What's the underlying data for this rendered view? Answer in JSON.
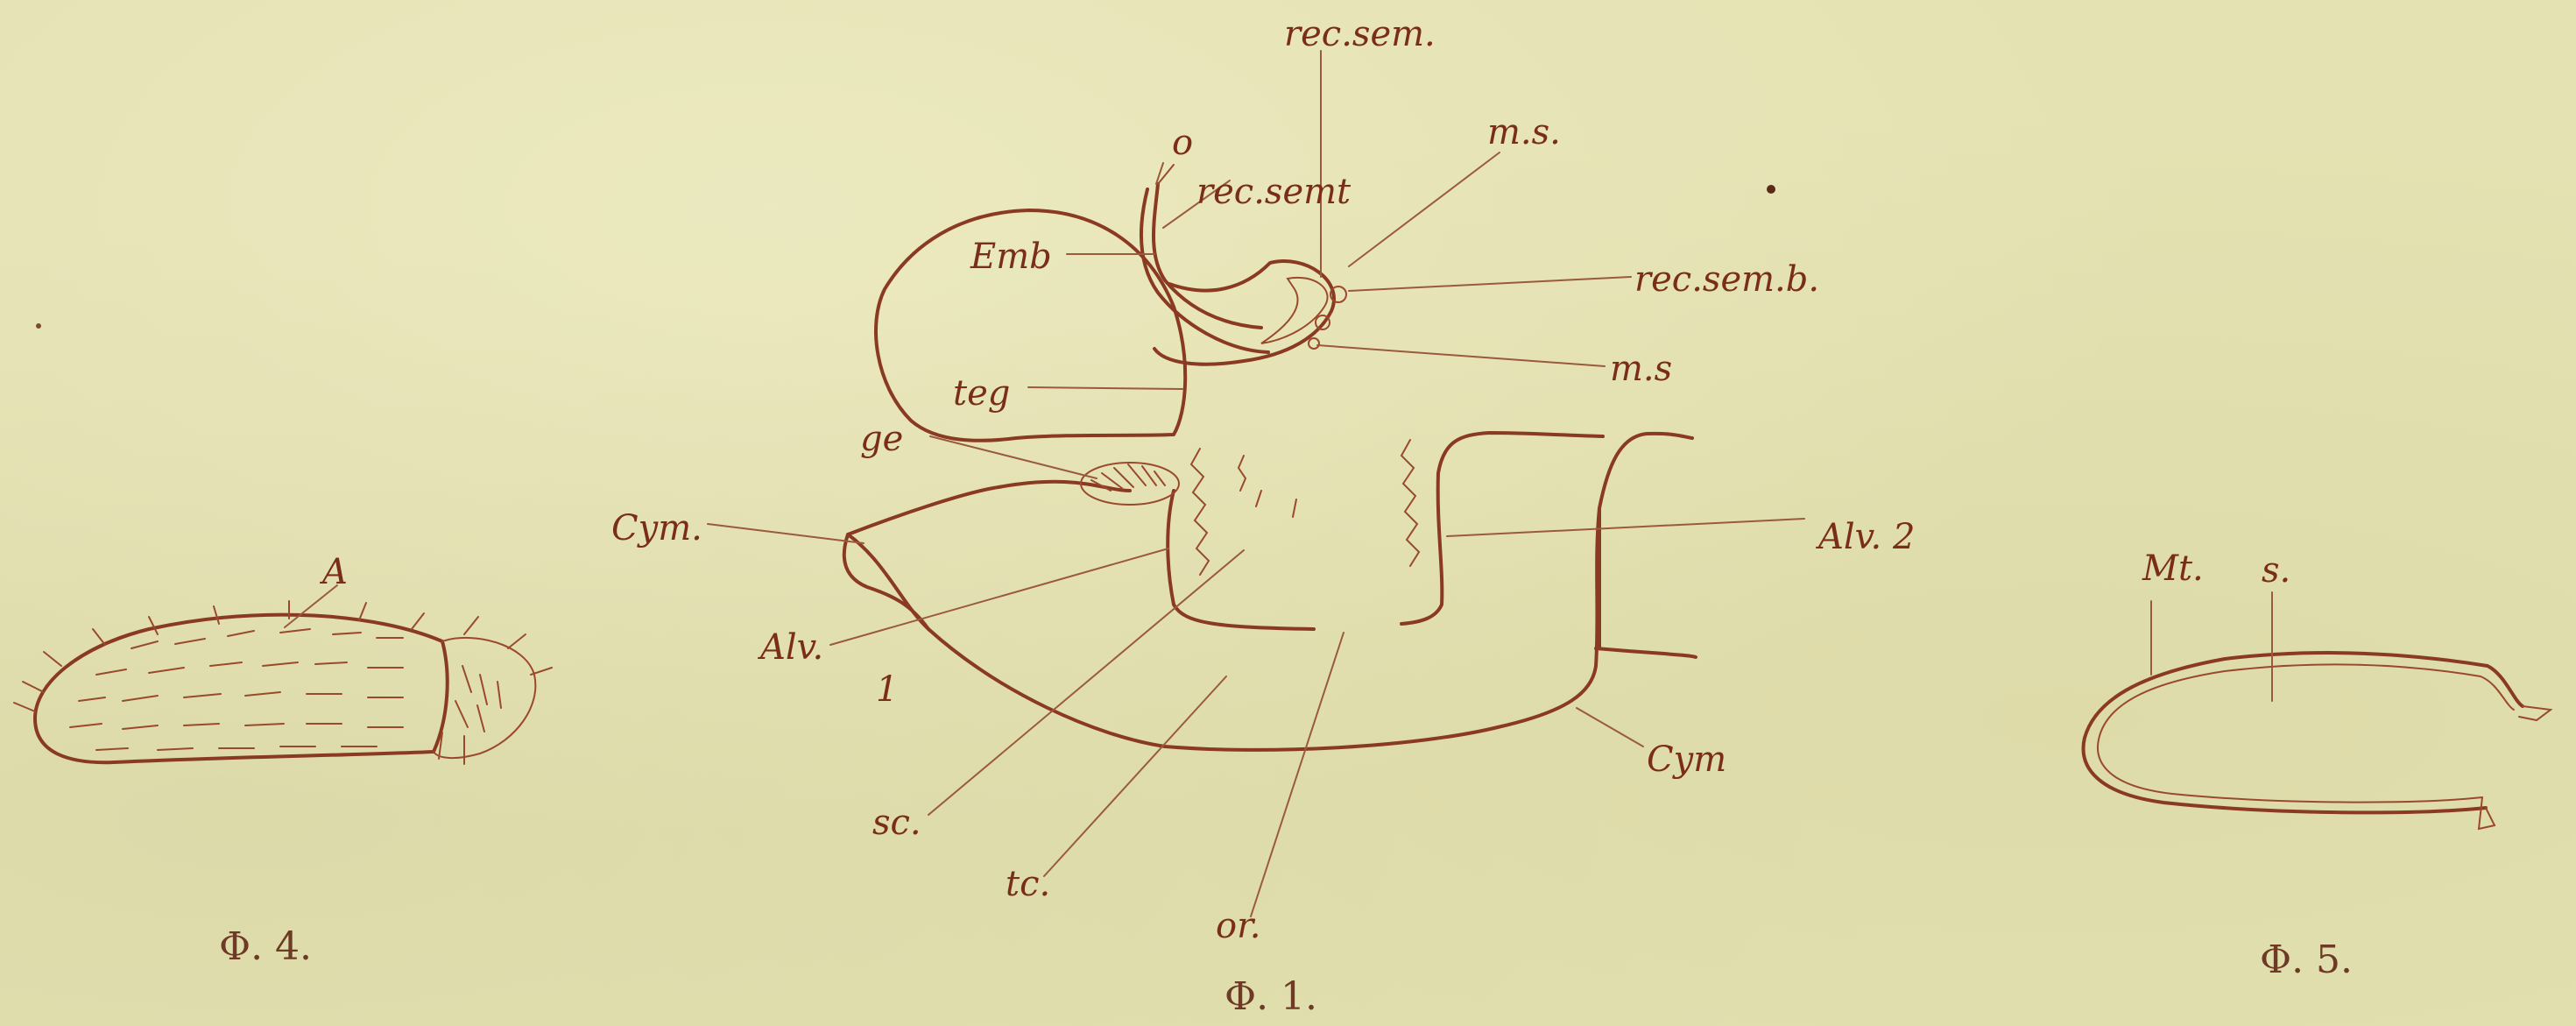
{
  "figures": {
    "fig1": {
      "caption": "Φ. 1.",
      "labels": {
        "rec_sem": "rec.sem.",
        "o": "o",
        "rec_semt": "rec.semt",
        "ms_top": "m.s.",
        "emb": "Emb",
        "rec_sem_b": "rec.sem.b.",
        "ms_low": "m.s",
        "teg": "teg",
        "ge": "ge",
        "cym_left": "Cym.",
        "alv2": "Alv. 2",
        "alv1": "Alv.",
        "alv1_num": "1",
        "cym_right": "Cym",
        "sc": "sc.",
        "tc": "tc.",
        "or": "or."
      }
    },
    "fig4": {
      "caption": "Φ. 4.",
      "labels": {
        "a": "A"
      }
    },
    "fig5": {
      "caption": "Φ. 5.",
      "labels": {
        "mt": "Mt.",
        "s": "s."
      }
    }
  },
  "colors": {
    "paper": "#e4e2b2",
    "ink": "#8a3a22"
  }
}
